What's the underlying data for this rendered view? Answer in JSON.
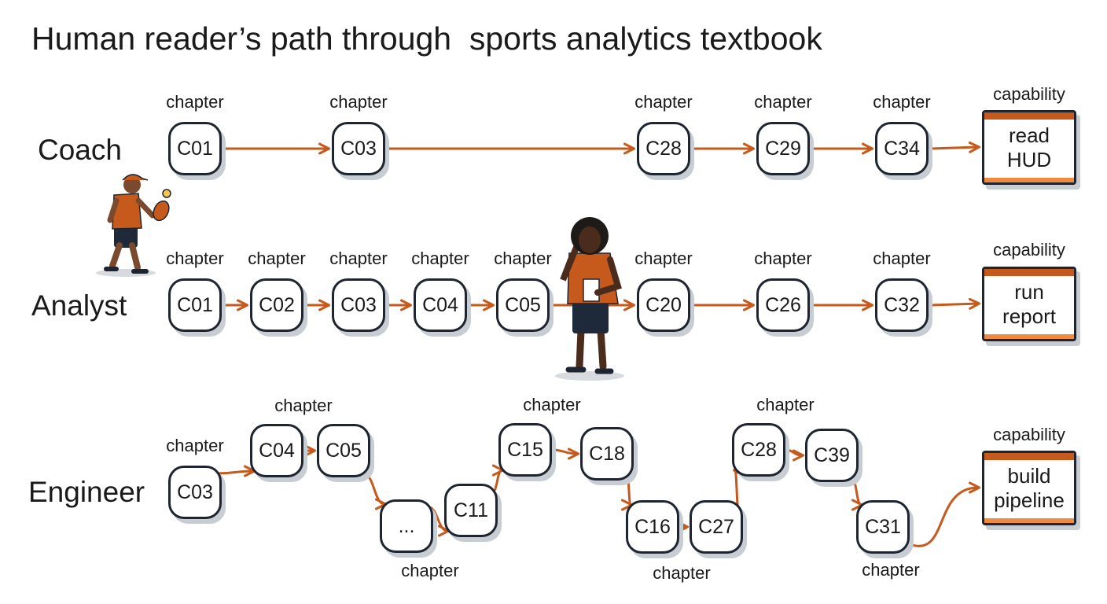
{
  "title": "Human reader’s path through  sports analytics textbook",
  "colors": {
    "arrow": "#c55a1c",
    "node_border": "#1e2530",
    "capability_band": "#c55a1c"
  },
  "rows": {
    "coach": {
      "role": "Coach",
      "nodes": [
        {
          "id": "C01",
          "label": "chapter"
        },
        {
          "id": "C03",
          "label": "chapter"
        },
        {
          "id": "C28",
          "label": "chapter"
        },
        {
          "id": "C29",
          "label": "chapter"
        },
        {
          "id": "C34",
          "label": "chapter"
        }
      ],
      "capability": {
        "label": "capability",
        "text": "read HUD"
      }
    },
    "analyst": {
      "role": "Analyst",
      "nodes": [
        {
          "id": "C01",
          "label": "chapter"
        },
        {
          "id": "C02",
          "label": "chapter"
        },
        {
          "id": "C03",
          "label": "chapter"
        },
        {
          "id": "C04",
          "label": "chapter"
        },
        {
          "id": "C05",
          "label": "chapter"
        },
        {
          "id": "C20",
          "label": "chapter"
        },
        {
          "id": "C26",
          "label": "chapter"
        },
        {
          "id": "C32",
          "label": "chapter"
        }
      ],
      "capability": {
        "label": "capability",
        "text": "run report"
      }
    },
    "engineer": {
      "role": "Engineer",
      "nodes": [
        {
          "id": "C03",
          "label": "chapter"
        },
        {
          "id": "C04",
          "label": "chapter"
        },
        {
          "id": "C05",
          "label": ""
        },
        {
          "id": "...",
          "label": "chapter"
        },
        {
          "id": "C11",
          "label": ""
        },
        {
          "id": "C15",
          "label": "chapter"
        },
        {
          "id": "C18",
          "label": ""
        },
        {
          "id": "C16",
          "label": ""
        },
        {
          "id": "C27",
          "label": "chapter"
        },
        {
          "id": "C28",
          "label": "chapter"
        },
        {
          "id": "C39",
          "label": ""
        },
        {
          "id": "C31",
          "label": "chapter"
        }
      ],
      "capability": {
        "label": "capability",
        "text": "build pipeline"
      }
    }
  },
  "figures": [
    "pickleball-player-figure",
    "analyst-with-whistle-figure"
  ]
}
